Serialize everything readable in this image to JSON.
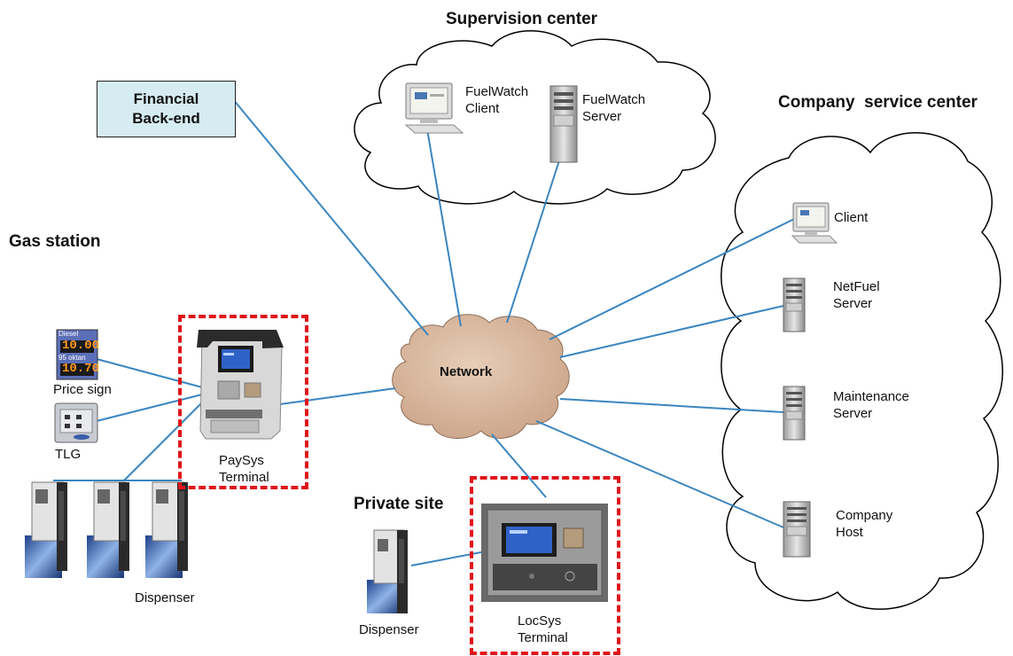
{
  "headings": {
    "supervision": "Supervision center",
    "company": "Company  service center",
    "gas_station": "Gas station",
    "private_site": "Private site"
  },
  "financial_backend": {
    "line1": "Financial",
    "line2": "Back-end"
  },
  "network": {
    "label": "Network"
  },
  "supervision_nodes": {
    "client": {
      "line1": "FuelWatch",
      "line2": "Client"
    },
    "server": {
      "line1": "FuelWatch",
      "line2": "Server"
    }
  },
  "company_nodes": {
    "client": "Client",
    "netfuel": {
      "line1": "NetFuel",
      "line2": "Server"
    },
    "maintenance": {
      "line1": "Maintenance",
      "line2": "Server"
    },
    "host": {
      "line1": "Company",
      "line2": "Host"
    }
  },
  "gas_station_nodes": {
    "price_sign": {
      "label": "Price sign",
      "product_top": "Diesel",
      "price_top": "10.00",
      "product_bottom": "95 oktan",
      "price_bottom": "10.70"
    },
    "tlg": "TLG",
    "paysys": {
      "line1": "PaySys",
      "line2": "Terminal"
    },
    "dispenser": "Dispenser"
  },
  "private_site_nodes": {
    "dispenser": "Dispenser",
    "locsys": {
      "line1": "LocSys",
      "line2": "Terminal"
    }
  },
  "colors": {
    "link": "#3a86c0",
    "highlight_dash": "#e0141b",
    "network_cloud": "#d8baa3",
    "financial_box": "#d5ecf2"
  }
}
